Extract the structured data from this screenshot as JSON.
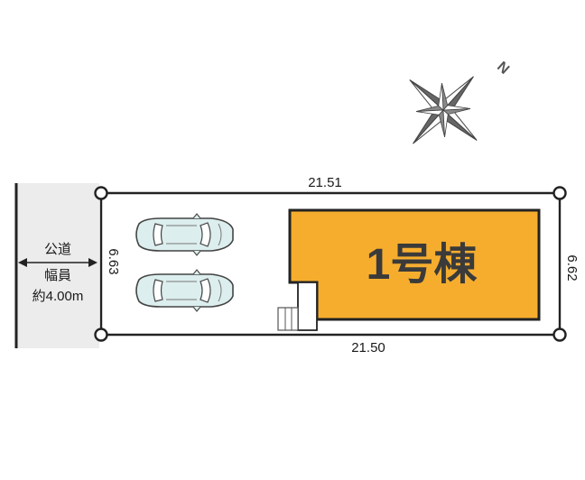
{
  "road": {
    "label_line1": "公道",
    "label_line2": "幅員",
    "label_line3": "約4.00m"
  },
  "dimensions": {
    "top": "21.51",
    "bottom": "21.50",
    "left": "6.63",
    "right": "6.62"
  },
  "building": {
    "label": "1号棟",
    "fill_color": "#f6ad2e",
    "text_color": "#3a3a3a"
  },
  "compass": {
    "north_label": "N"
  },
  "colors": {
    "road": "#ececec",
    "lot_line": "#222222",
    "car_body": "#dceeee"
  }
}
